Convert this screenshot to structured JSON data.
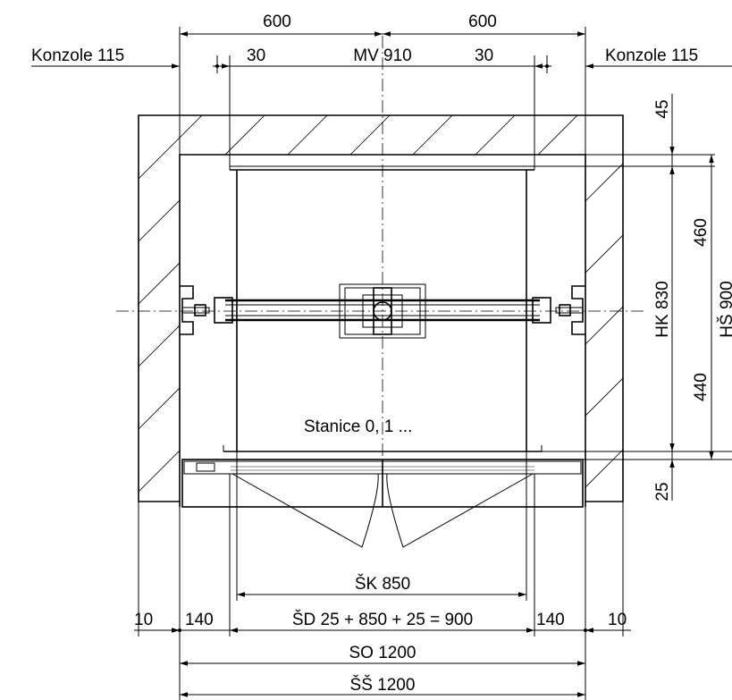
{
  "labels": {
    "top_left_600": "600",
    "top_right_600": "600",
    "konzole_left": "Konzole 115",
    "konzole_right": "Konzole 115",
    "offset_left_30": "30",
    "offset_right_30": "30",
    "mv": "MV 910",
    "dim_45": "45",
    "dim_460": "460",
    "dim_440": "440",
    "dim_25": "25",
    "hk": "HK 830",
    "hs": "HŠ 900",
    "station": "Stanice 0, 1 ...",
    "sk": "ŠK 850",
    "dim_10_left": "10",
    "dim_140_left": "140",
    "sd": "ŠD 25 + 850 + 25 = 900",
    "dim_140_right": "140",
    "dim_10_right": "10",
    "so": "SO 1200",
    "ss": "ŠŠ 1200"
  }
}
